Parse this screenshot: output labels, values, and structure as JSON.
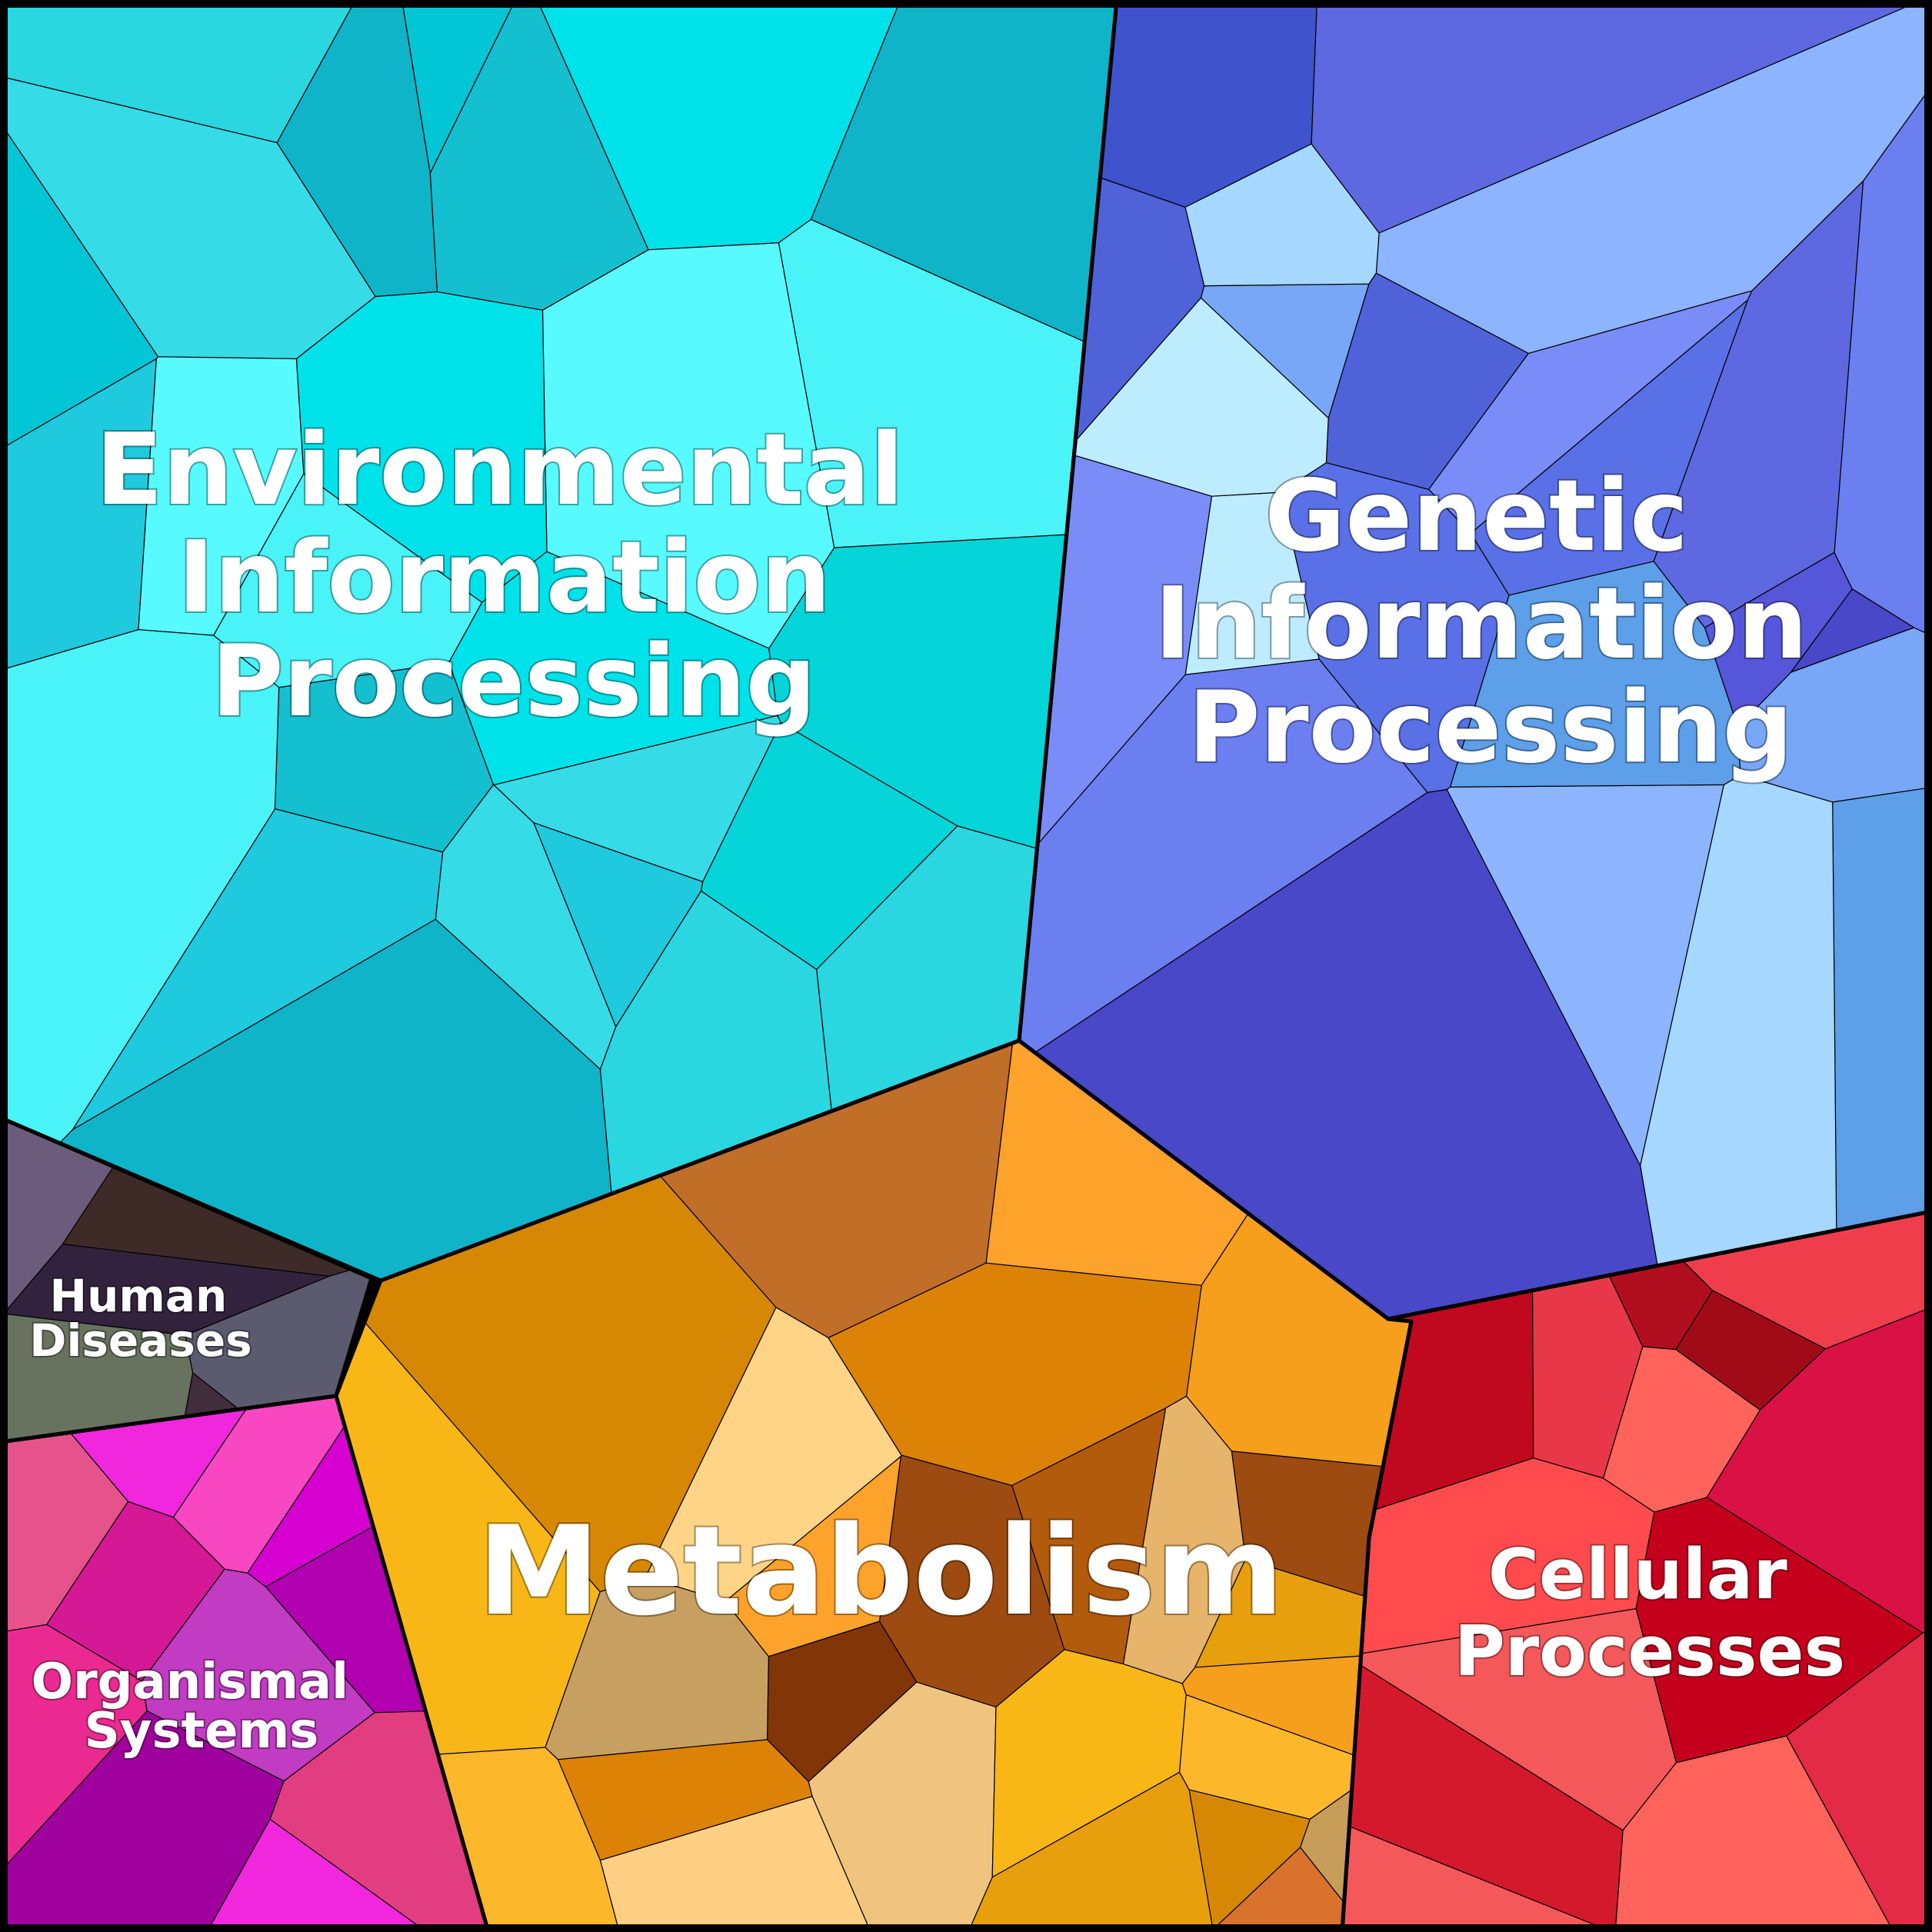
{
  "diagram": {
    "type": "voronoi-treemap",
    "regions": [
      {
        "id": "environmental",
        "lines": [
          "Environmental",
          "Information",
          "Processing"
        ],
        "palette": [
          "#1fc9de",
          "#49f3f7",
          "#0fb4c9",
          "#2ad6e0",
          "#00e2ea",
          "#35dce8",
          "#14bfd0",
          "#05d4d8",
          "#57fbff",
          "#02c6d6"
        ]
      },
      {
        "id": "genetic",
        "lines": [
          "Genetic",
          "Information",
          "Processing"
        ],
        "palette": [
          "#6b7ff1",
          "#7a8cf7",
          "#5a70e6",
          "#4f62d8",
          "#77a7f6",
          "#8cb4ff",
          "#5d9fe8",
          "#a5d7ff",
          "#bdebff",
          "#5e68e0",
          "#4848c9",
          "#3e53cc",
          "#5656da"
        ]
      },
      {
        "id": "human-diseases",
        "lines": [
          "Human",
          "Diseases"
        ],
        "palette": [
          "#33223d",
          "#422d3d",
          "#3e2b28",
          "#67735f",
          "#6c5c7c",
          "#5c5a6e"
        ]
      },
      {
        "id": "organismal",
        "lines": [
          "Organismal",
          "Systems"
        ],
        "palette": [
          "#f127dd",
          "#d600d1",
          "#b100b0",
          "#a0009e",
          "#ea2a90",
          "#e6538a",
          "#d51895",
          "#c13bc3",
          "#f947c2",
          "#e33d81"
        ]
      },
      {
        "id": "metabolism",
        "lines": [
          "Metabolism"
        ],
        "palette": [
          "#e89f0e",
          "#f8b717",
          "#fcb82a",
          "#f59f1d",
          "#d68804",
          "#dc8207",
          "#fda22a",
          "#9d4b10",
          "#823506",
          "#c06e28",
          "#d9722c",
          "#b35b0d",
          "#c89d5a",
          "#ffd486",
          "#e6b46a",
          "#c7a061",
          "#f0c47f",
          "#ffcf83"
        ]
      },
      {
        "id": "cellular",
        "lines": [
          "Cellular",
          "Processes"
        ],
        "palette": [
          "#ff635b",
          "#f5585b",
          "#e9374a",
          "#ff4b4e",
          "#c0081f",
          "#b10f20",
          "#d91144",
          "#e32a46",
          "#ef3d4c",
          "#c5001c",
          "#a10b18",
          "#d4192c"
        ]
      }
    ]
  }
}
